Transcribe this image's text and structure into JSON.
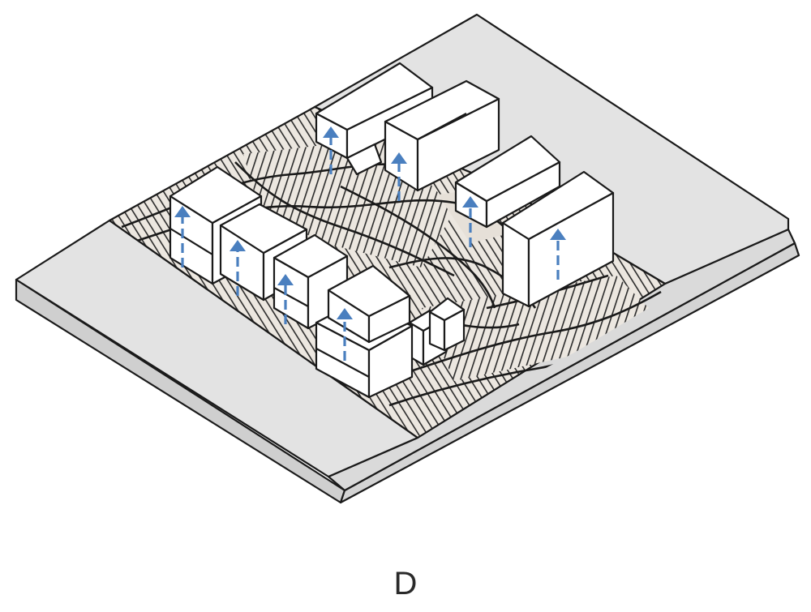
{
  "figure": {
    "caption": "D",
    "colors": {
      "base": "#e3e3e3",
      "outline": "#1a1a1a",
      "hatch_background": "#ece7e0",
      "hatch_lines": "#2b2b2b",
      "building_face": "#ffffff",
      "arrow": "#4a7fbf"
    },
    "elements": {
      "base": "sloped-site-slab",
      "surface": "hatched-contour-landscape",
      "buildings": "white-block-volumes",
      "arrows": "upward-growth-arrows"
    }
  }
}
